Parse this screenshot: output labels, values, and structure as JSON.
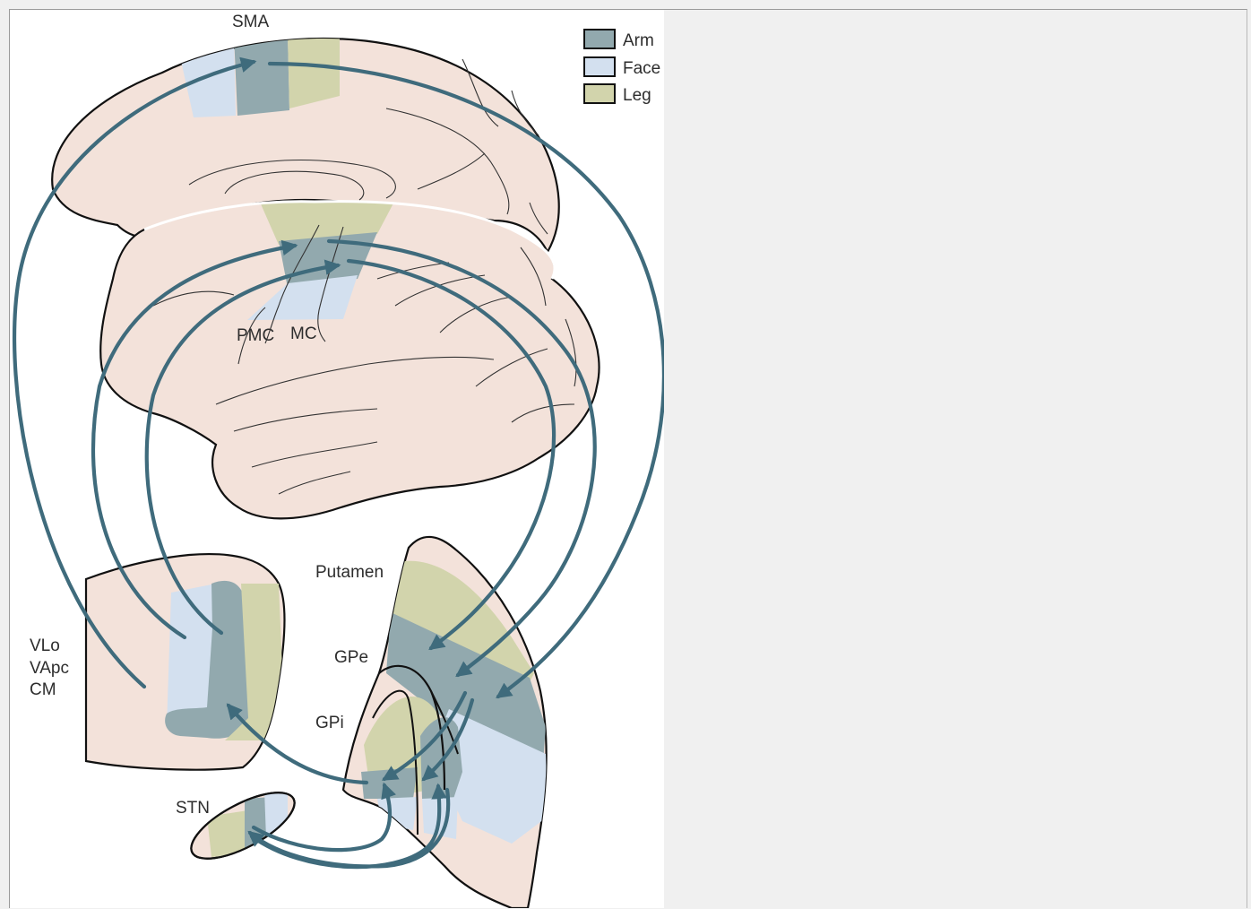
{
  "colors": {
    "arm": "#92a9ae",
    "face": "#d3e0ef",
    "leg": "#d2d4ac",
    "tissue": "#f3e2da",
    "pathway": "#3f6b7c"
  },
  "legend": {
    "items": [
      {
        "label": "Arm",
        "color": "#92a9ae"
      },
      {
        "label": "Face",
        "color": "#d3e0ef"
      },
      {
        "label": "Leg",
        "color": "#d2d4ac"
      }
    ]
  },
  "labels": {
    "sma": "SMA",
    "pmc": "PMC",
    "mc": "MC",
    "putamen": "Putamen",
    "gpe": "GPe",
    "gpi": "GPi",
    "stn": "STN",
    "thalamus_1": "VLo",
    "thalamus_2": "VApc",
    "thalamus_3": "CM"
  }
}
